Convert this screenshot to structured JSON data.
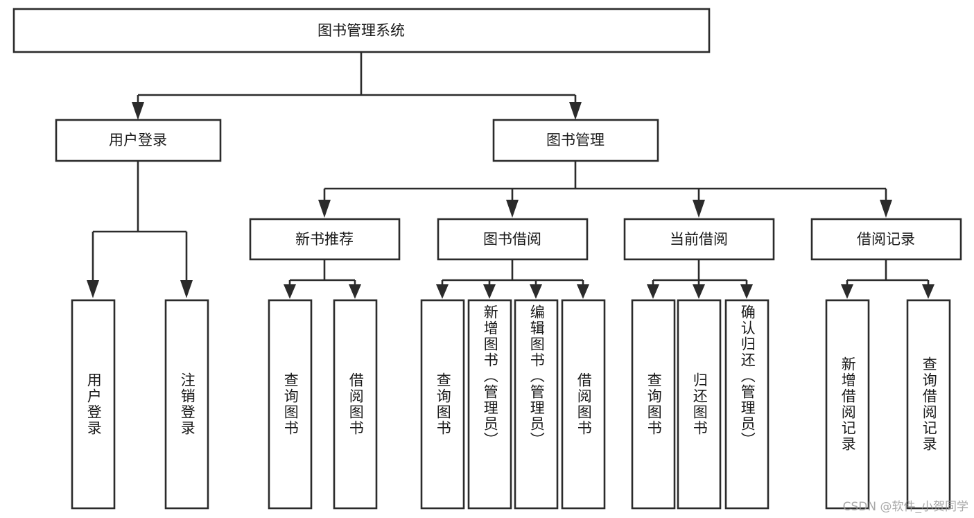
{
  "diagram": {
    "type": "tree-hierarchy",
    "title": "图书管理系统",
    "orientation": "top-down",
    "colors": {
      "box_fill": "#ffffff",
      "box_stroke": "#2b2b2b",
      "text": "#1a1a1a",
      "watermark": "#9a9a9a"
    },
    "root": {
      "label": "图书管理系统",
      "text_direction": "horizontal"
    },
    "level2": [
      {
        "label": "用户登录",
        "text_direction": "horizontal"
      },
      {
        "label": "图书管理",
        "text_direction": "horizontal"
      }
    ],
    "level3": [
      {
        "label": "新书推荐",
        "text_direction": "horizontal"
      },
      {
        "label": "图书借阅",
        "text_direction": "horizontal"
      },
      {
        "label": "当前借阅",
        "text_direction": "horizontal"
      },
      {
        "label": "借阅记录",
        "text_direction": "horizontal"
      }
    ],
    "leaves": {
      "user_login": [
        {
          "label": "用户登录",
          "text_direction": "vertical"
        },
        {
          "label": "注销登录",
          "text_direction": "vertical"
        }
      ],
      "new_book_recommend": [
        {
          "label": "查询图书",
          "text_direction": "vertical"
        },
        {
          "label": "借阅图书",
          "text_direction": "vertical"
        }
      ],
      "book_borrow": [
        {
          "label": "查询图书",
          "text_direction": "vertical"
        },
        {
          "label": "新增图书（管理员）",
          "text_direction": "vertical"
        },
        {
          "label": "编辑图书（管理员）",
          "text_direction": "vertical"
        },
        {
          "label": "借阅图书",
          "text_direction": "vertical"
        }
      ],
      "current_borrow": [
        {
          "label": "查询图书",
          "text_direction": "vertical"
        },
        {
          "label": "归还图书",
          "text_direction": "vertical"
        },
        {
          "label": "确认归还（管理员）",
          "text_direction": "vertical"
        }
      ],
      "borrow_record": [
        {
          "label": "新增借阅记录",
          "text_direction": "vertical"
        },
        {
          "label": "查询借阅记录",
          "text_direction": "vertical"
        }
      ]
    }
  },
  "watermark": {
    "text": "CSDN @软件_小贺同学"
  }
}
